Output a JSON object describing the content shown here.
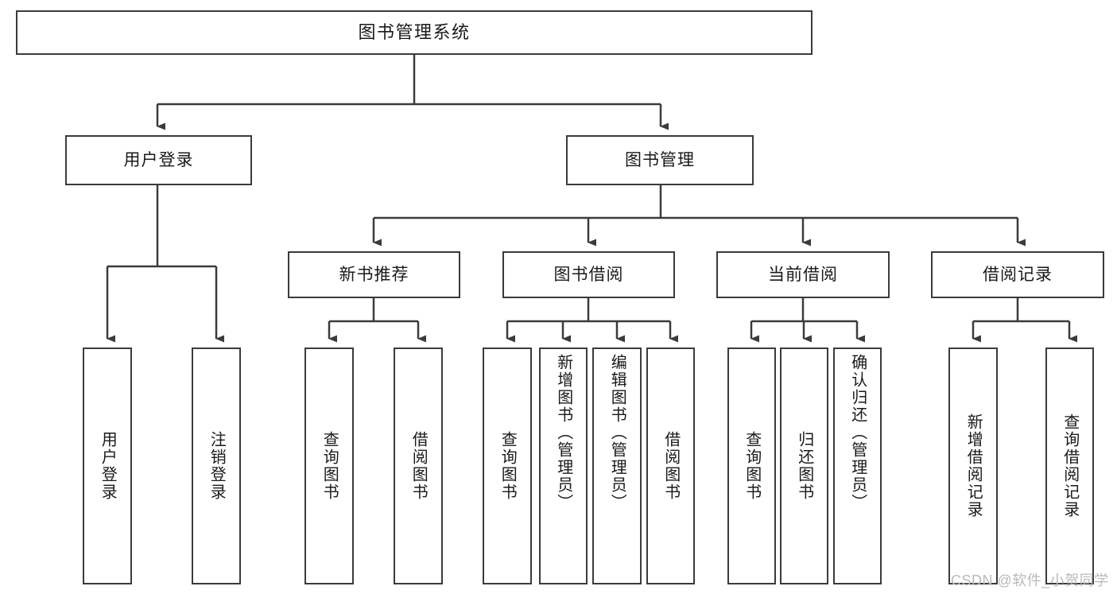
{
  "diagram": {
    "title": "图书管理系统",
    "type": "functional-structure-tree",
    "background_color": "#ffffff",
    "box_border_color": "#3b3b3b",
    "connector_color": "#3b3b3b",
    "text_color": "#1a1a1a"
  },
  "root": {
    "label": "图书管理系统"
  },
  "level1": [
    {
      "label": "用户登录"
    },
    {
      "label": "图书管理"
    }
  ],
  "level2": [
    {
      "label": "新书推荐"
    },
    {
      "label": "图书借阅"
    },
    {
      "label": "当前借阅"
    },
    {
      "label": "借阅记录"
    }
  ],
  "leaves": {
    "user_login": [
      {
        "label": "用户登录"
      },
      {
        "label": "注销登录"
      }
    ],
    "new_book_recommend": [
      {
        "label": "查询图书"
      },
      {
        "label": "借阅图书"
      }
    ],
    "book_borrow": [
      {
        "label": "查询图书"
      },
      {
        "label": "新增图书（管理员）"
      },
      {
        "label": "编辑图书（管理员）"
      },
      {
        "label": "借阅图书"
      }
    ],
    "current_borrow": [
      {
        "label": "查询图书"
      },
      {
        "label": "归还图书"
      },
      {
        "label": "确认归还（管理员）"
      }
    ],
    "borrow_record": [
      {
        "label": "新增借阅记录"
      },
      {
        "label": "查询借阅记录"
      }
    ]
  },
  "watermark": {
    "text": "CSDN @软件_小贺同学",
    "color": "#b9b9b9"
  }
}
